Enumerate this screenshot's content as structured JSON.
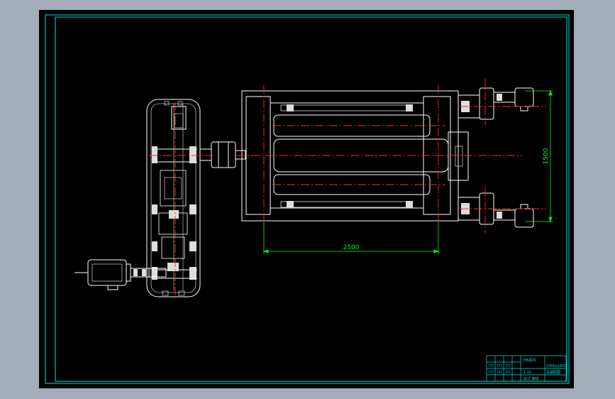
{
  "colors": {
    "background": "#a3acb8",
    "canvas": "#000000",
    "frame": "#00e0e0",
    "geometry": "#ffffff",
    "centerline": "#ff2a2a",
    "dimension": "#00ff00"
  },
  "dimensions": {
    "width_label": "2500",
    "height_label": "1500"
  },
  "title_block": {
    "cells": [
      "???",
      "???",
      "???",
      "???",
      "???",
      "???"
    ],
    "name": "HN系列",
    "drawing_no": "2450x1650",
    "sheet": "总装配图",
    "scale": "1:15",
    "sign_row": "设计  审核"
  }
}
